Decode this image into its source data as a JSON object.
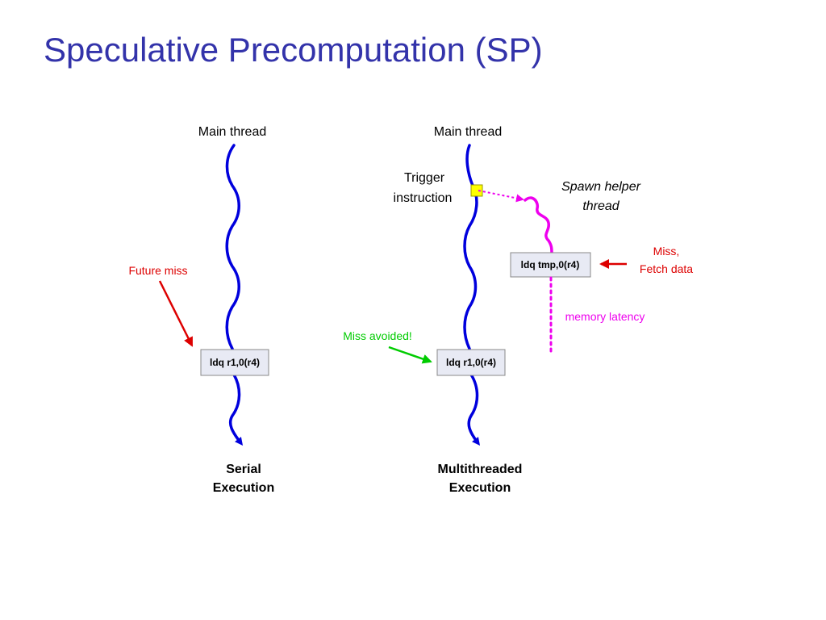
{
  "slide": {
    "title": "Speculative Precomputation (SP)"
  },
  "serial": {
    "thread_label": "Main thread",
    "miss_label": "Future miss",
    "instruction": "ldq r1,0(r4)",
    "caption_line1": "Serial",
    "caption_line2": "Execution"
  },
  "multithreaded": {
    "thread_label": "Main thread",
    "trigger_line1": "Trigger",
    "trigger_line2": "instruction",
    "spawn_line1": "Spawn helper",
    "spawn_line2": "thread",
    "helper_instruction": "ldq tmp,0(r4)",
    "miss_line1": "Miss,",
    "miss_line2": "Fetch data",
    "latency_label": "memory latency",
    "avoided_label": "Miss avoided!",
    "instruction": "ldq r1,0(r4)",
    "caption_line1": "Multithreaded",
    "caption_line2": "Execution"
  },
  "colors": {
    "title": "#3333aa",
    "thread": "#0000dd",
    "helper": "#ee00ee",
    "miss": "#dd0000",
    "avoided": "#00cc00",
    "trigger_box": "#ffff00",
    "instr_box": "#e8eaf4"
  }
}
